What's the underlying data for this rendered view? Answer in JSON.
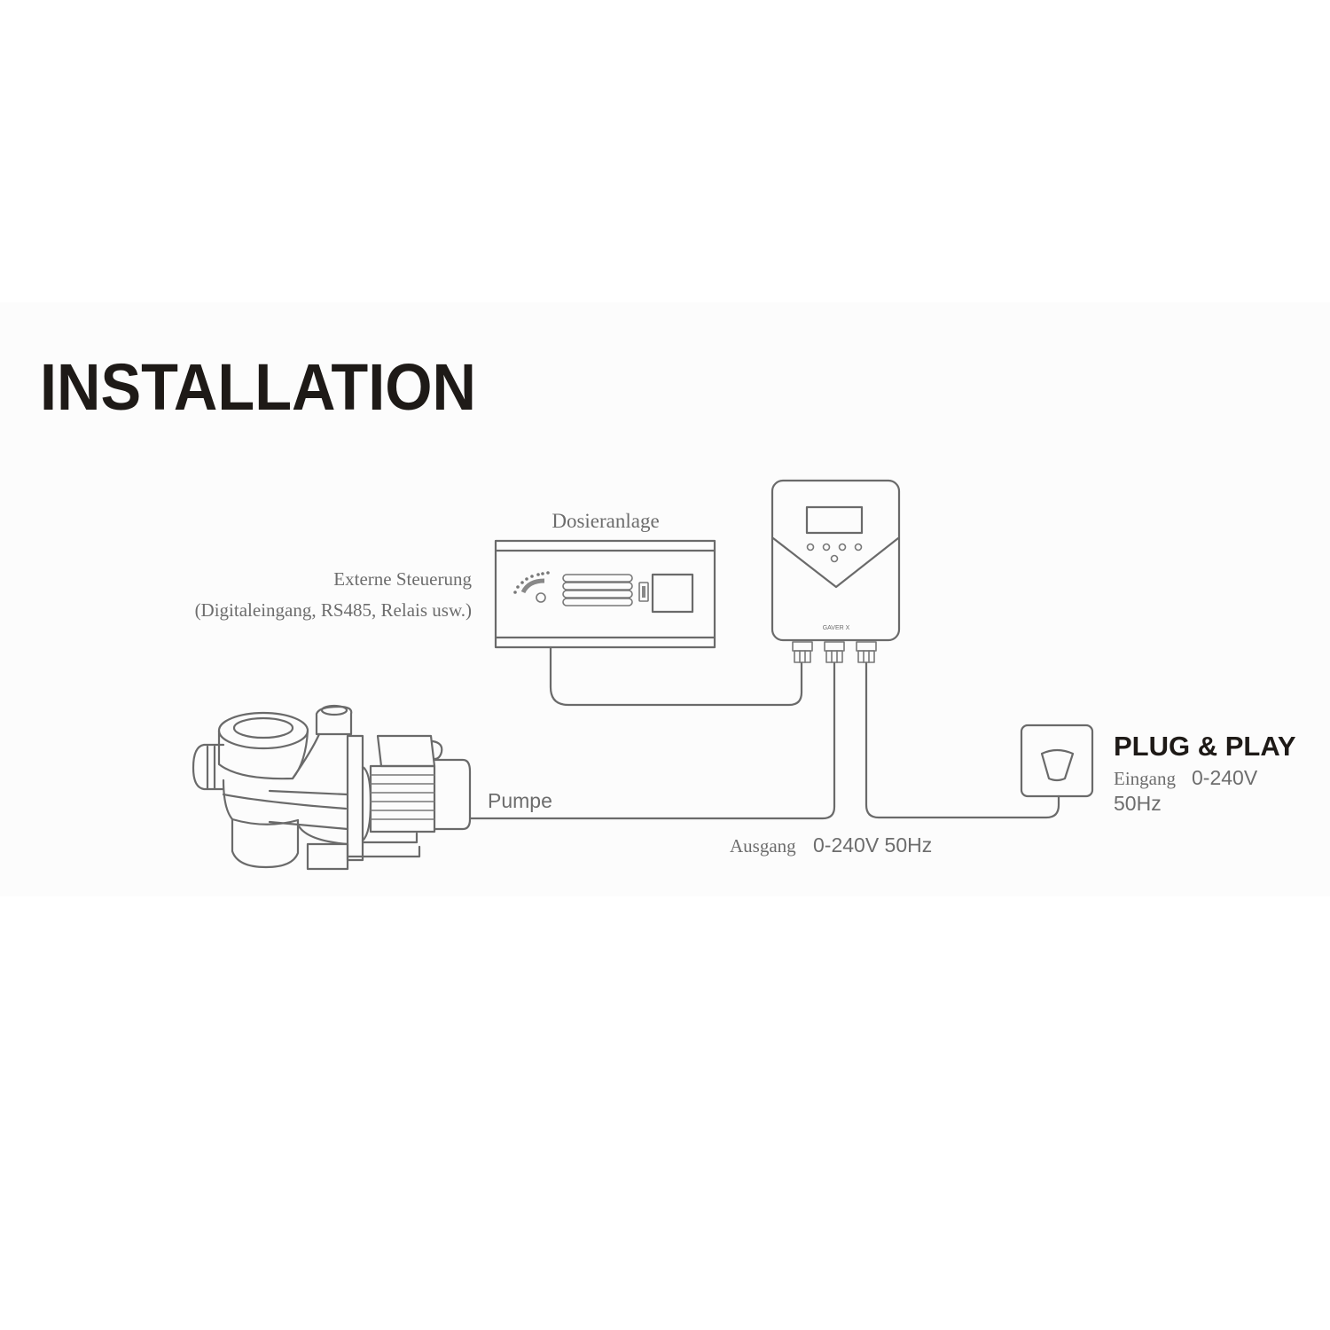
{
  "title": "INSTALLATION",
  "labels": {
    "dosing_unit": "Dosieranlage",
    "external_control_line1": "Externe Steuerung",
    "external_control_line2": "(Digitaleingang, RS485, Relais usw.)",
    "pump": "Pumpe",
    "output_word": "Ausgang",
    "output_value": "0-240V 50Hz",
    "plug_play": "PLUG & PLAY",
    "input_word": "Eingang",
    "input_value": "0-240V",
    "input_freq": "50Hz"
  },
  "controller_brand": "GAVER X",
  "colors": {
    "line": "#6a6a6a",
    "title": "#1e1a17",
    "band": "#fcfcfc"
  }
}
